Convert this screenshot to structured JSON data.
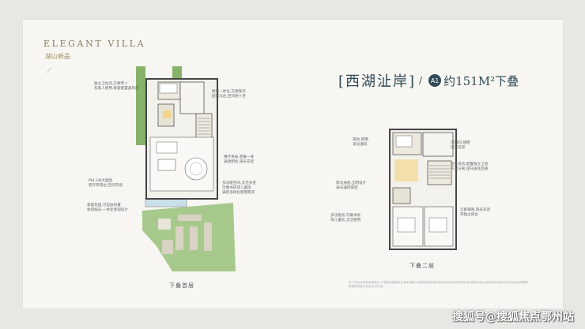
{
  "brand": {
    "title": "ELEGANT VILLA",
    "subtitle": "湖山新品"
  },
  "header": {
    "project": "[西湖沚岸]",
    "unit_badge": "A1",
    "unit_type": "约151M²下叠"
  },
  "floors": {
    "lower_label": "下叠首层",
    "upper_label": "下叠二层"
  },
  "notes": {
    "n1": "独立卫生间,方便老人\n及家人使用,每套配置通风窗",
    "n2": "厨餐一体化,方便操作\n配置岛台,空间感十足",
    "n3": "横厅格局,客餐一体\n通透明亮,采光充足",
    "n4": "约4.2米大面宽\n客厅带阳台,空间开阔",
    "n5": "多功能空间,灵活多变\n可做书房或儿童房\n满足多样化使用需求",
    "n6": "家庭花园,可自由布置\n休闲娱乐,一体化景观设计",
    "n7": "阳台,晾晒\n采光通风",
    "n8": "衣帽间,储物\n空间充足",
    "n9": "主卧套房,配置独立卫浴\n干湿分离,提升居住品质",
    "n10": "南北通透,全明设计\n采光通风俱佳",
    "n11": "多功能房,可做书房\n或儿童房,灵活使用",
    "n12": "次卧朝南,阳光充足\n带独立阳台"
  },
  "disclaimer": "本广告仅为项目信息展示,户型图为建筑设计参考,最终以政府批准的规划文件及买卖合同约定为准,装修标准以合同约定为准,不作为买卖合同要约,敬请购房者以实际交付为准。",
  "watermark": "搜狐号@搜狐焦点鄂州站",
  "colors": {
    "accent": "#2f4a56",
    "gold": "#8a7a5c",
    "garden": "#7aa55a"
  }
}
